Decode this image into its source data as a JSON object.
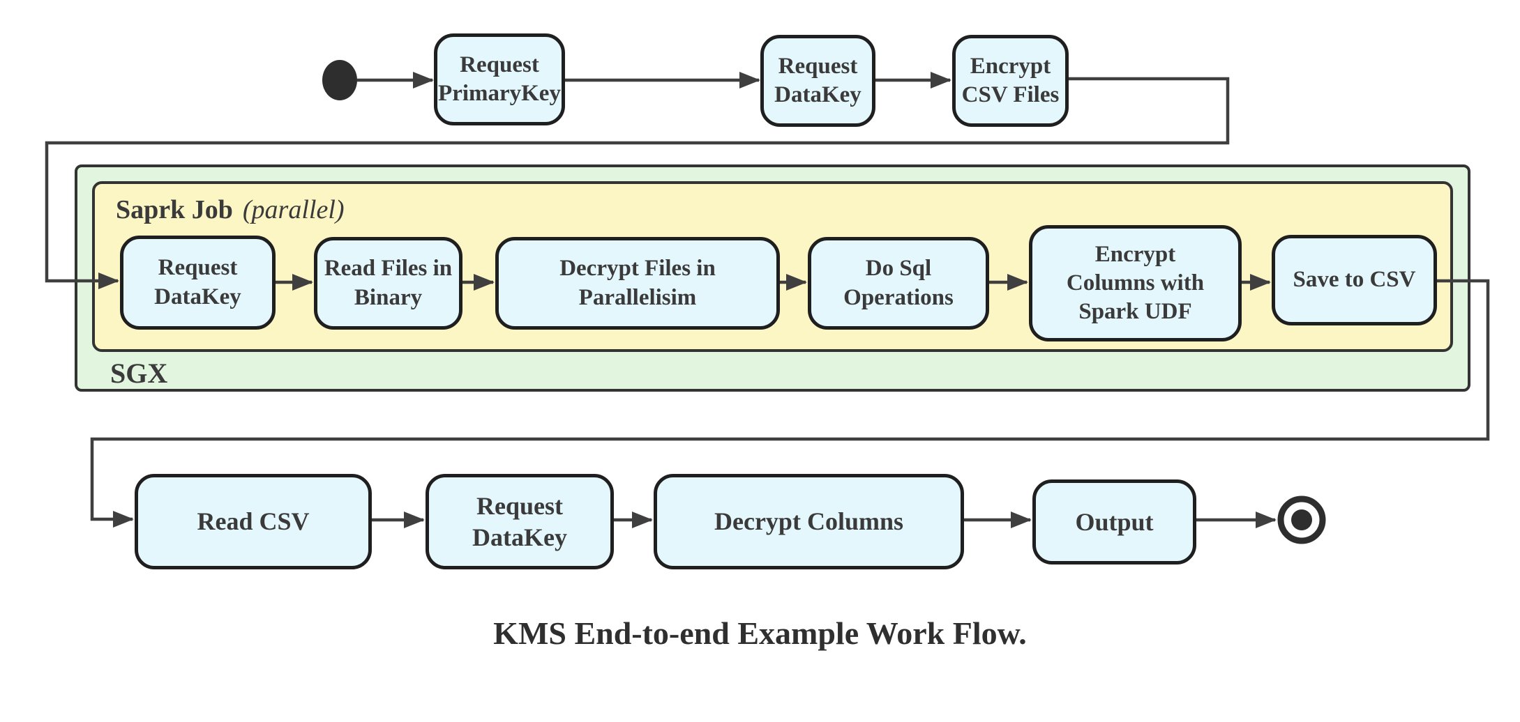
{
  "diagram": {
    "caption": "KMS End-to-end Example Work Flow.",
    "containers": {
      "sgx": {
        "label": "SGX"
      },
      "spark_job": {
        "label": "Saprk Job",
        "annotation": "(parallel)"
      }
    },
    "nodes": {
      "start": "start-state",
      "request_primarykey": "Request\nPrimaryKey",
      "request_datakey_top": "Request\nDataKey",
      "encrypt_csv_files": "Encrypt\nCSV Files",
      "request_datakey_sgx": "Request\nDataKey",
      "read_files_in_binary": "Read Files in\nBinary",
      "decrypt_files_in_parallelisim": "Decrypt Files in\nParallelisim",
      "do_sql_operations": "Do Sql\nOperations",
      "encrypt_columns_with_spark_udf": "Encrypt\nColumns with\nSpark UDF",
      "save_to_csv": "Save to CSV",
      "read_csv": "Read CSV",
      "request_datakey_final": "Request DataKey",
      "decrypt_columns": "Decrypt Columns",
      "output": "Output",
      "end": "final-state"
    },
    "edges": [
      {
        "from": "start",
        "to": "request_primarykey"
      },
      {
        "from": "request_primarykey",
        "to": "request_datakey_top"
      },
      {
        "from": "request_datakey_top",
        "to": "encrypt_csv_files"
      },
      {
        "from": "encrypt_csv_files",
        "to": "request_datakey_sgx"
      },
      {
        "from": "request_datakey_sgx",
        "to": "read_files_in_binary"
      },
      {
        "from": "read_files_in_binary",
        "to": "decrypt_files_in_parallelisim"
      },
      {
        "from": "decrypt_files_in_parallelisim",
        "to": "do_sql_operations"
      },
      {
        "from": "do_sql_operations",
        "to": "encrypt_columns_with_spark_udf"
      },
      {
        "from": "encrypt_columns_with_spark_udf",
        "to": "save_to_csv"
      },
      {
        "from": "save_to_csv",
        "to": "read_csv"
      },
      {
        "from": "read_csv",
        "to": "request_datakey_final"
      },
      {
        "from": "request_datakey_final",
        "to": "decrypt_columns"
      },
      {
        "from": "decrypt_columns",
        "to": "output"
      },
      {
        "from": "output",
        "to": "end"
      }
    ],
    "colors": {
      "node_fill": "#e4f7fc",
      "node_border": "#1f1f1f",
      "sgx_fill": "#e1f5df",
      "spark_job_fill": "#fcf5c4",
      "container_border": "#333333",
      "connector": "#3f3f3f",
      "text": "#3a3a3a",
      "start_end_fill": "#2e2e2e"
    }
  }
}
